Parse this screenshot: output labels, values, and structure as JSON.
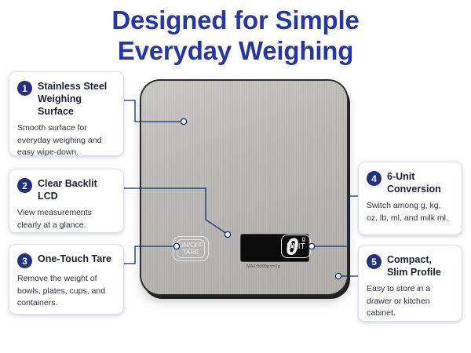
{
  "title": {
    "line1": "Designed for Simple",
    "line2": "Everyday Weighing"
  },
  "colors": {
    "title": "#2436a8",
    "badge": "#23307e",
    "leader": "#1a2a6e"
  },
  "callouts": [
    {
      "num": "1",
      "heading": "Stainless Steel Weighing Surface",
      "desc": "Smooth surface for everyday weighing and easy wipe-down."
    },
    {
      "num": "2",
      "heading": "Clear Backlit LCD",
      "desc": "View measurements clearly at a glance."
    },
    {
      "num": "3",
      "heading": "One-Touch Tare",
      "desc": "Remove the weight of bowls, plates, cups, and containers."
    },
    {
      "num": "4",
      "heading": "6-Unit Conversion",
      "desc": "Switch among g, kg, oz, lb, ml, and milk ml."
    },
    {
      "num": "5",
      "heading": "Compact, Slim Profile",
      "desc": "Easy to store in a drawer or kitchen cabinet."
    }
  ],
  "scale": {
    "onoff_line1": "ON/OFF",
    "onoff_line2": "TARE",
    "display_value": "0",
    "display_unit": "g",
    "unit_label": "UNIT",
    "max_label": "MAX:5000g   d=1g"
  }
}
